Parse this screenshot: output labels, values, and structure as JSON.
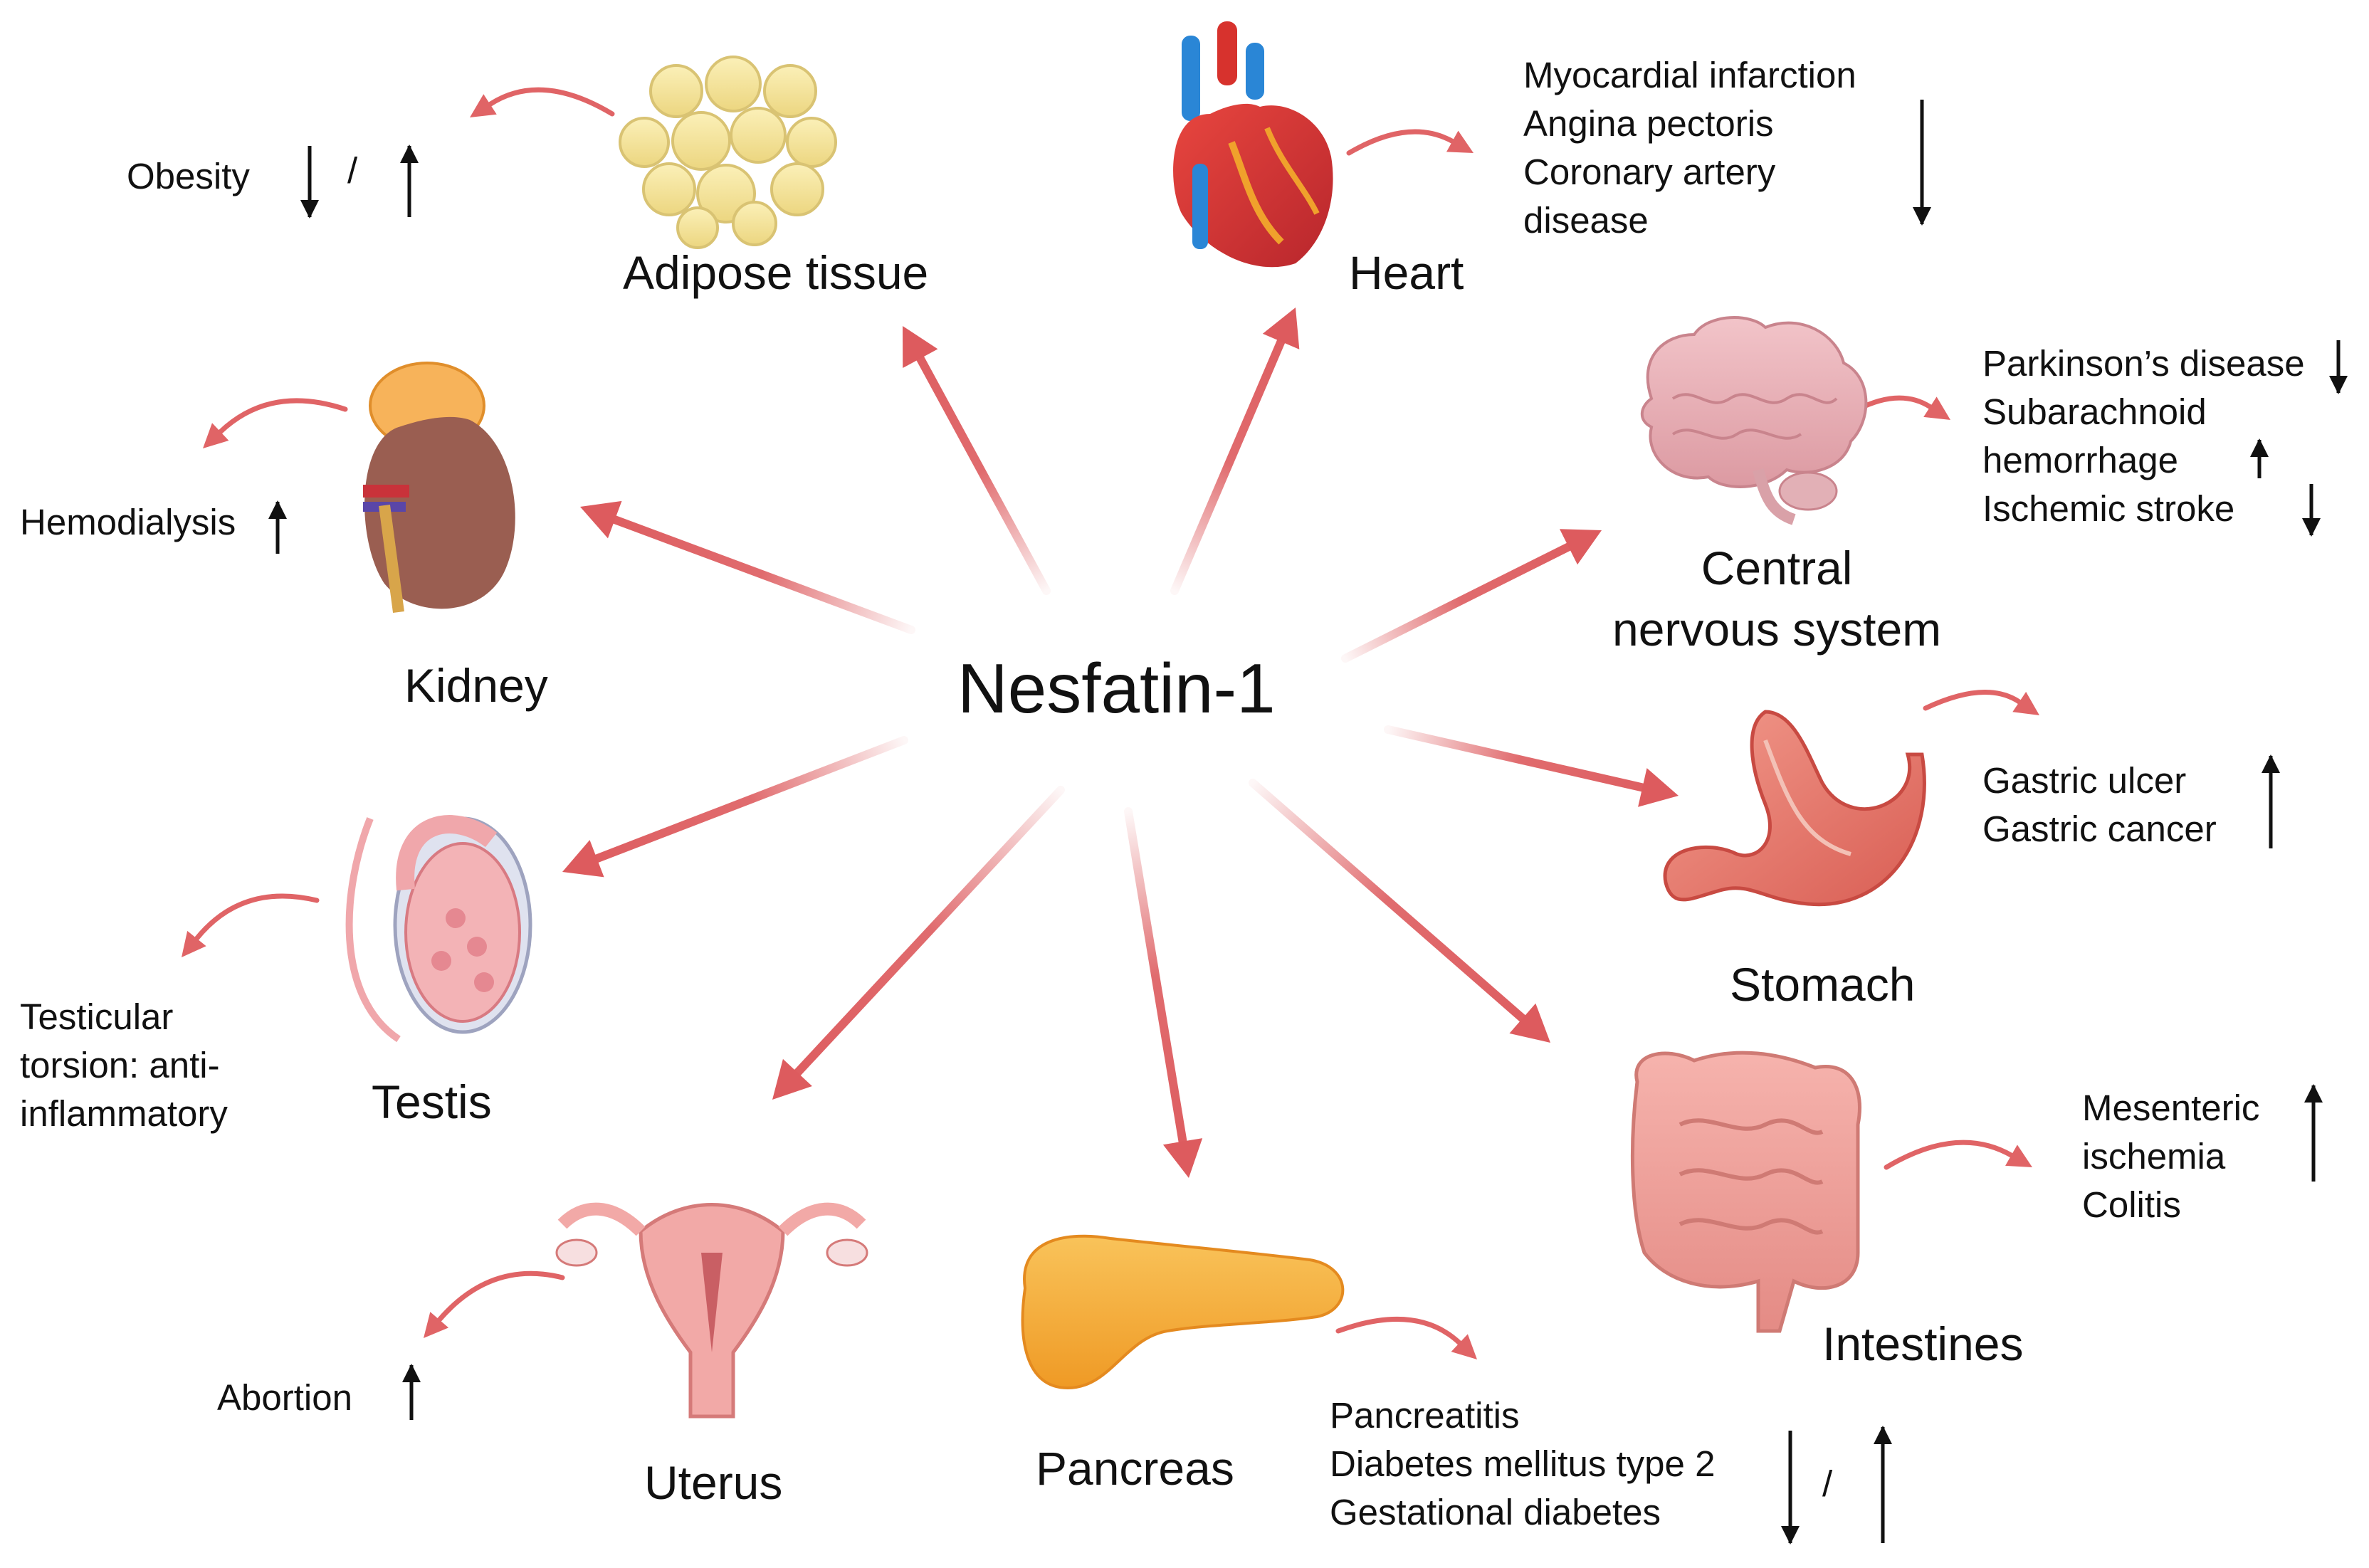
{
  "center_label": "Nesfatin-1",
  "colors": {
    "arrow_red": "#dd5b5e",
    "curve_red": "#e06466",
    "indicator": "#111111"
  },
  "organs": {
    "adipose": {
      "label": "Adipose tissue",
      "diseases": [
        "Obesity"
      ],
      "indicator": "down / up",
      "icon": "fat-cells-icon"
    },
    "heart": {
      "label": "Heart",
      "diseases": [
        "Myocardial infarction",
        "Angina pectoris",
        "Coronary artery",
        "disease"
      ],
      "indicator": "down",
      "icon": "heart-icon"
    },
    "cns": {
      "label_lines": [
        "Central",
        "nervous system"
      ],
      "diseases": [
        "Parkinson’s disease",
        "Subarachnoid",
        "hemorrhage",
        "Ischemic stroke"
      ],
      "indicators": [
        "down",
        "up",
        "down"
      ],
      "icon": "brain-icon"
    },
    "kidney": {
      "label": "Kidney",
      "diseases": [
        "Hemodialysis"
      ],
      "indicator": "up",
      "icon": "kidney-icon"
    },
    "stomach": {
      "label": "Stomach",
      "diseases": [
        "Gastric ulcer",
        "Gastric cancer"
      ],
      "indicator": "up",
      "icon": "stomach-icon"
    },
    "testis": {
      "label": "Testis",
      "diseases": [
        "Testicular",
        "torsion: anti-",
        "inflammatory"
      ],
      "icon": "testis-icon"
    },
    "uterus": {
      "label": "Uterus",
      "diseases": [
        "Abortion"
      ],
      "indicator": "up",
      "icon": "uterus-icon"
    },
    "pancreas": {
      "label": "Pancreas",
      "diseases": [
        "Pancreatitis",
        "Diabetes mellitus type 2",
        "Gestational diabetes"
      ],
      "indicator": "down / up",
      "icon": "pancreas-icon"
    },
    "intestines": {
      "label": "Intestines",
      "diseases": [
        "Mesenteric",
        "ischemia",
        "Colitis"
      ],
      "indicator": "up",
      "icon": "intestines-icon"
    }
  },
  "slash": "/"
}
